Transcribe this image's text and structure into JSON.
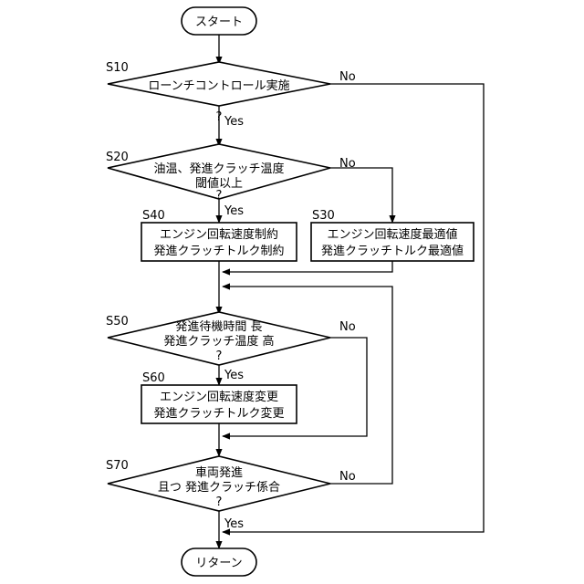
{
  "terminals": {
    "start": "スタート",
    "end": "リターン"
  },
  "steps": {
    "s10": {
      "id": "S10",
      "lines": [
        "ローンチコントロール実施",
        "?"
      ]
    },
    "s20": {
      "id": "S20",
      "lines": [
        "油温、発進クラッチ温度",
        "閾値以上",
        "?"
      ]
    },
    "s30": {
      "id": "S30",
      "lines": [
        "エンジン回転速度最適値",
        "発進クラッチトルク最適値"
      ]
    },
    "s40": {
      "id": "S40",
      "lines": [
        "エンジン回転速度制約",
        "発進クラッチトルク制約"
      ]
    },
    "s50": {
      "id": "S50",
      "lines": [
        "発進待機時間 長",
        "発進クラッチ温度 高",
        "?"
      ]
    },
    "s60": {
      "id": "S60",
      "lines": [
        "エンジン回転速度変更",
        "発進クラッチトルク変更"
      ]
    },
    "s70": {
      "id": "S70",
      "lines": [
        "車両発進",
        "且つ 発進クラッチ係合",
        "?"
      ]
    }
  },
  "branches": {
    "yes": "Yes",
    "no": "No"
  }
}
